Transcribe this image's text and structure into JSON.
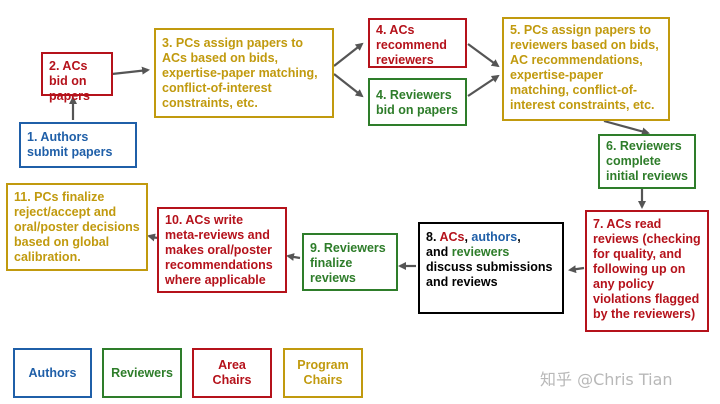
{
  "steps": {
    "s1": "1. Authors submit papers",
    "s2": "2. ACs bid on papers",
    "s3": "3. PCs assign papers to ACs based on bids, expertise-paper matching, conflict-of-interest constraints, etc.",
    "s4a": "4. ACs recommend reviewers",
    "s4b": "4. Reviewers bid on papers",
    "s5": "5. PCs assign papers to reviewers based on bids, AC recommendations, expertise-paper matching, conflict-of-interest constraints, etc.",
    "s6": "6. Reviewers complete initial reviews",
    "s7": "7. ACs read reviews (checking for quality, and following up on any policy violations flagged by the reviewers)",
    "s8": {
      "prefix": "8. ",
      "acs": "ACs",
      "comma1": ", ",
      "authors": "authors",
      "comma2": ",",
      "and": "and ",
      "reviewers": "reviewers",
      "rest": "discuss submissions and reviews"
    },
    "s9": "9. Reviewers finalize reviews",
    "s10": "10. ACs write meta-reviews and makes oral/poster recommendations where applicable",
    "s11": "11. PCs finalize reject/accept and oral/poster decisions based on global calibration."
  },
  "legend": {
    "authors": "Authors",
    "reviewers": "Reviewers",
    "area_chairs": "Area Chairs",
    "program_chairs": "Program Chairs"
  },
  "colors": {
    "authors": "#1f5fa8",
    "reviewers": "#2e7d2a",
    "area_chairs": "#b5121b",
    "program_chairs": "#c19a0e"
  },
  "watermark": "知乎 @Chris Tian"
}
